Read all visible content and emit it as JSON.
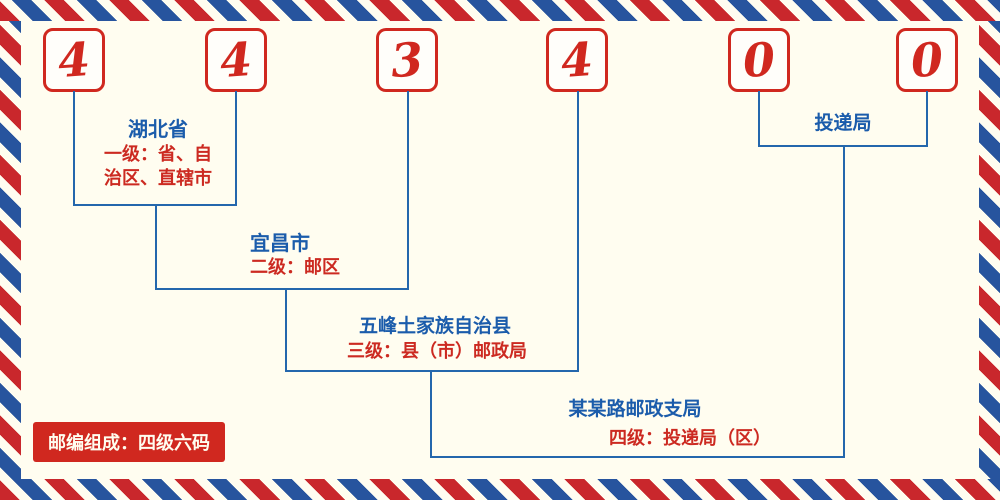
{
  "postal_code": "443400",
  "digits": [
    {
      "value": "4"
    },
    {
      "value": "4"
    },
    {
      "value": "3"
    },
    {
      "value": "4"
    },
    {
      "value": "0"
    },
    {
      "value": "0"
    }
  ],
  "labels": {
    "level1": {
      "name": "湖北省",
      "desc_line1": "一级：省、自",
      "desc_line2": "治区、直辖市"
    },
    "level2": {
      "name": "宜昌市",
      "desc": "二级：邮区"
    },
    "level3": {
      "name": "五峰土家族自治县",
      "desc": "三级：县（市）邮政局"
    },
    "level4": {
      "name": "某某路邮政支局",
      "desc": "四级：投递局（区）"
    },
    "delivery": {
      "name": "投递局"
    }
  },
  "footer": {
    "badge": "邮编组成：四级六码"
  },
  "colors": {
    "red": "#d0281f",
    "blue": "#2467ad",
    "background": "#fffdf0"
  }
}
